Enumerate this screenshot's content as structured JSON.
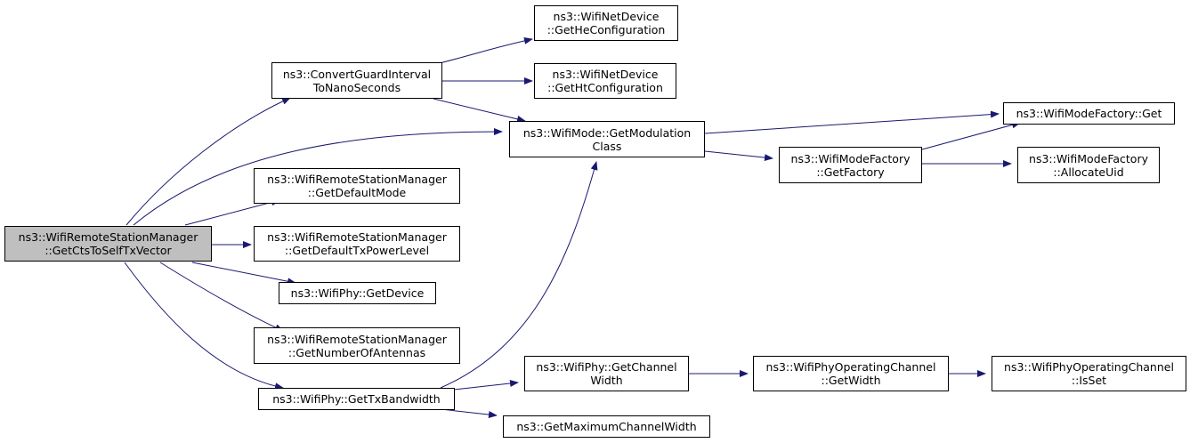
{
  "colors": {
    "edge": "#191970",
    "node_border": "#000000",
    "root_fill": "#bfbfbf",
    "node_fill": "#ffffff"
  },
  "nodes": {
    "root": {
      "line1": "ns3::WifiRemoteStationManager",
      "line2": "::GetCtsToSelfTxVector"
    },
    "convert_guard": {
      "line1": "ns3::ConvertGuardInterval",
      "line2": "ToNanoSeconds"
    },
    "get_he_config": {
      "line1": "ns3::WifiNetDevice",
      "line2": "::GetHeConfiguration"
    },
    "get_ht_config": {
      "line1": "ns3::WifiNetDevice",
      "line2": "::GetHtConfiguration"
    },
    "get_modulation_class": {
      "line1": "ns3::WifiMode::GetModulation",
      "line2": "Class"
    },
    "mode_factory_get": {
      "line1": "ns3::WifiModeFactory::Get"
    },
    "mode_factory_getfactory": {
      "line1": "ns3::WifiModeFactory",
      "line2": "::GetFactory"
    },
    "mode_factory_allocateuid": {
      "line1": "ns3::WifiModeFactory",
      "line2": "::AllocateUid"
    },
    "get_default_mode": {
      "line1": "ns3::WifiRemoteStationManager",
      "line2": "::GetDefaultMode"
    },
    "get_default_tx_power": {
      "line1": "ns3::WifiRemoteStationManager",
      "line2": "::GetDefaultTxPowerLevel"
    },
    "phy_get_device": {
      "line1": "ns3::WifiPhy::GetDevice"
    },
    "get_number_of_antennas": {
      "line1": "ns3::WifiRemoteStationManager",
      "line2": "::GetNumberOfAntennas"
    },
    "phy_get_tx_bandwidth": {
      "line1": "ns3::WifiPhy::GetTxBandwidth"
    },
    "phy_get_channel_width": {
      "line1": "ns3::WifiPhy::GetChannel",
      "line2": "Width"
    },
    "opchan_get_width": {
      "line1": "ns3::WifiPhyOperatingChannel",
      "line2": "::GetWidth"
    },
    "opchan_is_set": {
      "line1": "ns3::WifiPhyOperatingChannel",
      "line2": "::IsSet"
    },
    "get_max_channel_width": {
      "line1": "ns3::GetMaximumChannelWidth"
    }
  }
}
